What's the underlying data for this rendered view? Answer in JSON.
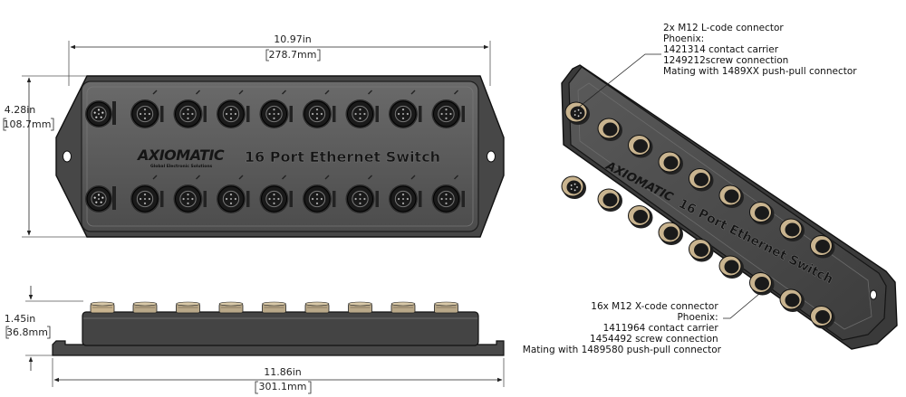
{
  "dimensions": {
    "top_width_in": "10.97in",
    "top_width_mm": "278.7mm",
    "height_in": "4.28in",
    "height_mm": "108.7mm",
    "side_height_in": "1.45in",
    "side_height_mm": "36.8mm",
    "side_width_in": "11.86in",
    "side_width_mm": "301.1mm"
  },
  "product": {
    "brand": "AXIOMATIC",
    "brand_tagline": "Global Electronic Solutions",
    "title": "16 Port Ethernet Switch"
  },
  "callouts": {
    "power_connector": {
      "lines": [
        "2x M12 L-code connector",
        "Phoenix:",
        "1421314 contact carrier",
        "1249212screw connection",
        "Mating with 1489XX push-pull connector"
      ]
    },
    "eth_connector": {
      "lines": [
        "16x M12 X-code connector",
        "Phoenix:",
        "1411964 contact carrier",
        "1454492 screw connection",
        "Mating with 1489580 push-pull connector"
      ]
    }
  },
  "colors": {
    "housing": "#4a4a4a",
    "housing_edge": "#111111",
    "face": "#5e5e5e",
    "connector_nut": "#1a1a1a",
    "contact_ring": "#c9b48f"
  }
}
